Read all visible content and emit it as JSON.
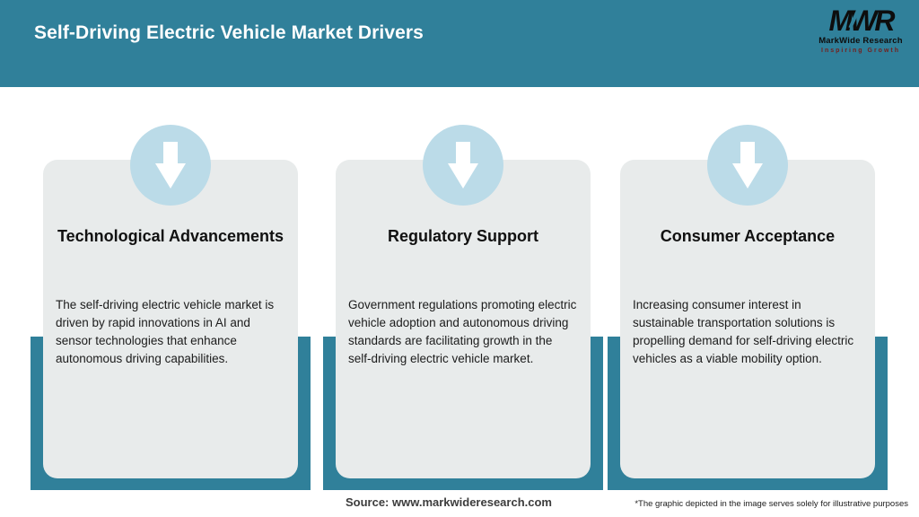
{
  "header": {
    "title": "Self-Driving Electric Vehicle Market Drivers",
    "logo": {
      "monogram": "MWR",
      "name": "MarkWide Research",
      "tagline": "Inspiring Growth"
    }
  },
  "colors": {
    "teal": "#30809A",
    "card_background": "#E8EBEB",
    "icon_circle_blue": "#BBDBE8",
    "title_text": "#FFFFFF",
    "body_text": "#1C1C1C",
    "tagline_red": "#73201E"
  },
  "cards": [
    {
      "icon": "down-arrow-icon",
      "title": "Technological Advancements",
      "body": "The self-driving electric vehicle market is driven by rapid innovations in AI and sensor technologies that enhance autonomous driving capabilities."
    },
    {
      "icon": "down-arrow-icon",
      "title": "Regulatory Support",
      "body": "Government regulations promoting electric vehicle adoption and autonomous driving standards are facilitating growth in the self-driving electric vehicle market."
    },
    {
      "icon": "down-arrow-icon",
      "title": "Consumer Acceptance",
      "body": "Increasing consumer interest in sustainable transportation solutions is propelling demand for self-driving electric vehicles as a viable mobility option."
    }
  ],
  "footer": {
    "source": "Source: www.markwideresearch.com",
    "footnote": "*The graphic depicted in the image serves solely for illustrative purposes"
  }
}
